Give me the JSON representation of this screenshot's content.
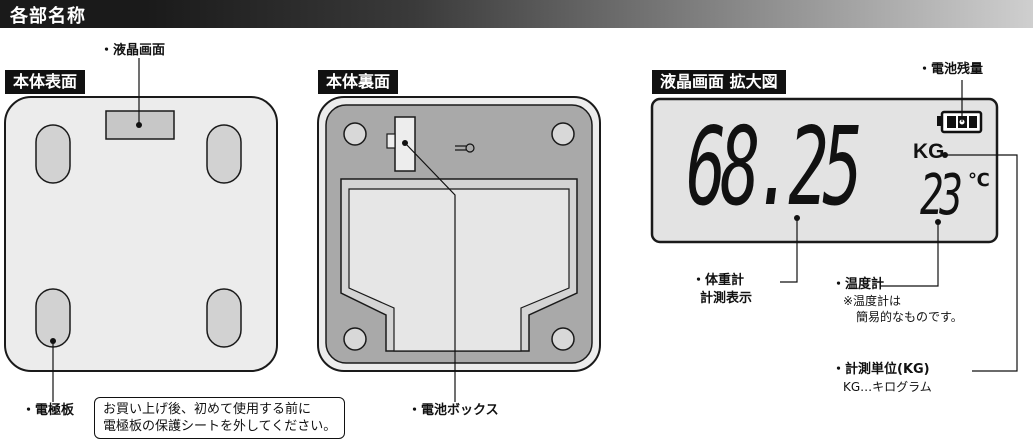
{
  "header": {
    "title": "各部名称"
  },
  "front": {
    "tab": "本体表面",
    "lcd_label": "・液晶画面",
    "electrode_label": "・電極板"
  },
  "back": {
    "tab": "本体裏面",
    "battery_box_label": "・電池ボックス"
  },
  "notice": {
    "line1": "お買い上げ後、初めて使用する前に",
    "line2": "電極板の保護シートを外してください。"
  },
  "lcd_zoom": {
    "tab": "液晶画面 拡大図",
    "battery_label": "・電池残量",
    "weight_value": "68.25",
    "unit": "KG",
    "temp_value": "23",
    "temp_unit": "℃",
    "weight_label_1": "・体重計",
    "weight_label_2": "計測表示",
    "temp_label": "・温度計",
    "temp_note_1": "※温度計は",
    "temp_note_2": "簡易的なものです。",
    "unit_label": "・計測単位(KG)",
    "unit_note": "KG…キログラム"
  }
}
